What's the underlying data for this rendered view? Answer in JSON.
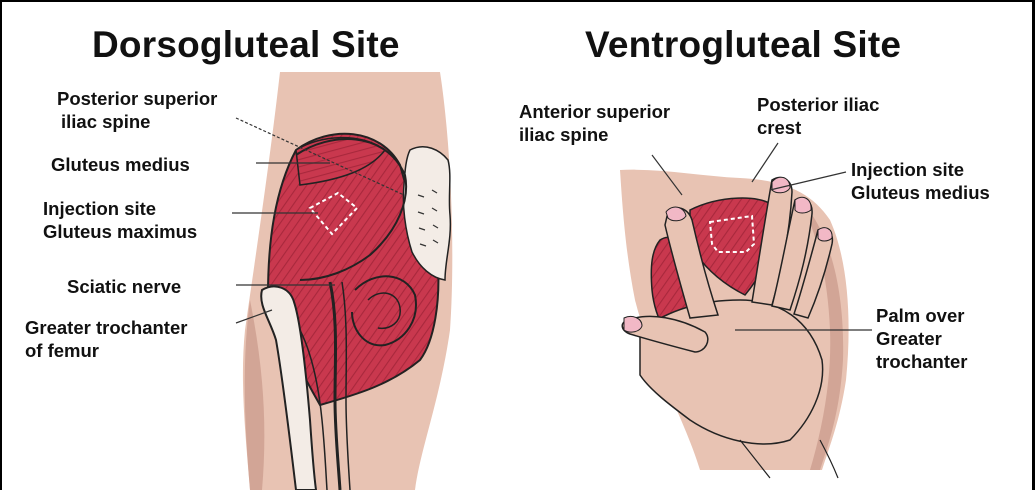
{
  "dorsogluteal": {
    "title": "Dorsogluteal Site",
    "labels": {
      "posterior_superior_iliac_spine": [
        "Posterior superior",
        "iliac spine"
      ],
      "gluteus_medius": "Gluteus medius",
      "injection_site": [
        "Injection site",
        "Gluteus maximus"
      ],
      "sciatic_nerve": "Sciatic nerve",
      "greater_trochanter": [
        "Greater trochanter",
        "of femur"
      ]
    }
  },
  "ventrogluteal": {
    "title": "Ventrogluteal Site",
    "labels": {
      "anterior_superior_iliac_spine": [
        "Anterior superior",
        "iliac spine"
      ],
      "posterior_iliac_crest": [
        "Posterior iliac",
        "crest"
      ],
      "injection_site": [
        "Injection site",
        "Gluteus medius"
      ],
      "palm": [
        "Palm over",
        "Greater",
        "trochanter"
      ]
    }
  },
  "colors": {
    "skin": "#e8c3b3",
    "skin_shadow": "#c9998a",
    "muscle": "#c9384e",
    "muscle_stripe": "#a8283c",
    "outline": "#222222",
    "bone": "#f3ece6",
    "nail": "#f2b8c6"
  }
}
